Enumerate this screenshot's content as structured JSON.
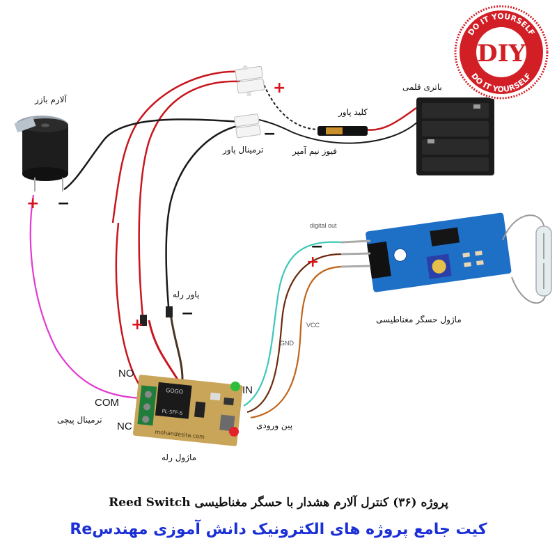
{
  "diy_badge": {
    "center_text": "DIY",
    "ring_text": "DO IT YOURSELF",
    "color": "#d21f26"
  },
  "labels": {
    "buzzer": "آلارم بازر",
    "battery": "باتری قلمی",
    "power_key": "کلید پاور",
    "fuse": "فیوز نیم آمپر",
    "power_terminal": "ترمینال پاور",
    "relay_power": "پاور رله",
    "magnetic_sensor_module": "ماژول حسگر مغناطیسی",
    "screw_terminal": "ترمینال پیچی",
    "input_pin": "پین ورودی",
    "relay_module": "ماژول رله",
    "digital_out": "digital out",
    "gnd": "GND",
    "vcc": "VCC",
    "no": "NO",
    "com": "COM",
    "nc": "NC",
    "in": "IN",
    "plus": "+",
    "minus": "−",
    "relay_brand": "mohandesita.com",
    "relay_part": "PL-5FF-S",
    "relay_maker": "GOGO"
  },
  "title": {
    "line1": "پروژه (۳۶) کنترل آلارم هشدار با حسگر مغناطیسی Reed Switch",
    "line2": "کیت جامع پروژه های الکترونیک دانش آموزی مهندسRe"
  },
  "colors": {
    "wire_red": "#c8161d",
    "wire_black": "#1a1a1a",
    "wire_pink": "#e23ad0",
    "wire_teal": "#3fc7b7",
    "wire_brown": "#6b2a0b",
    "wire_orange": "#c0651a",
    "pcb_blue": "#1e6fc6",
    "pcb_relay": "#c9a55a",
    "title_blue": "#1b2fd6"
  }
}
